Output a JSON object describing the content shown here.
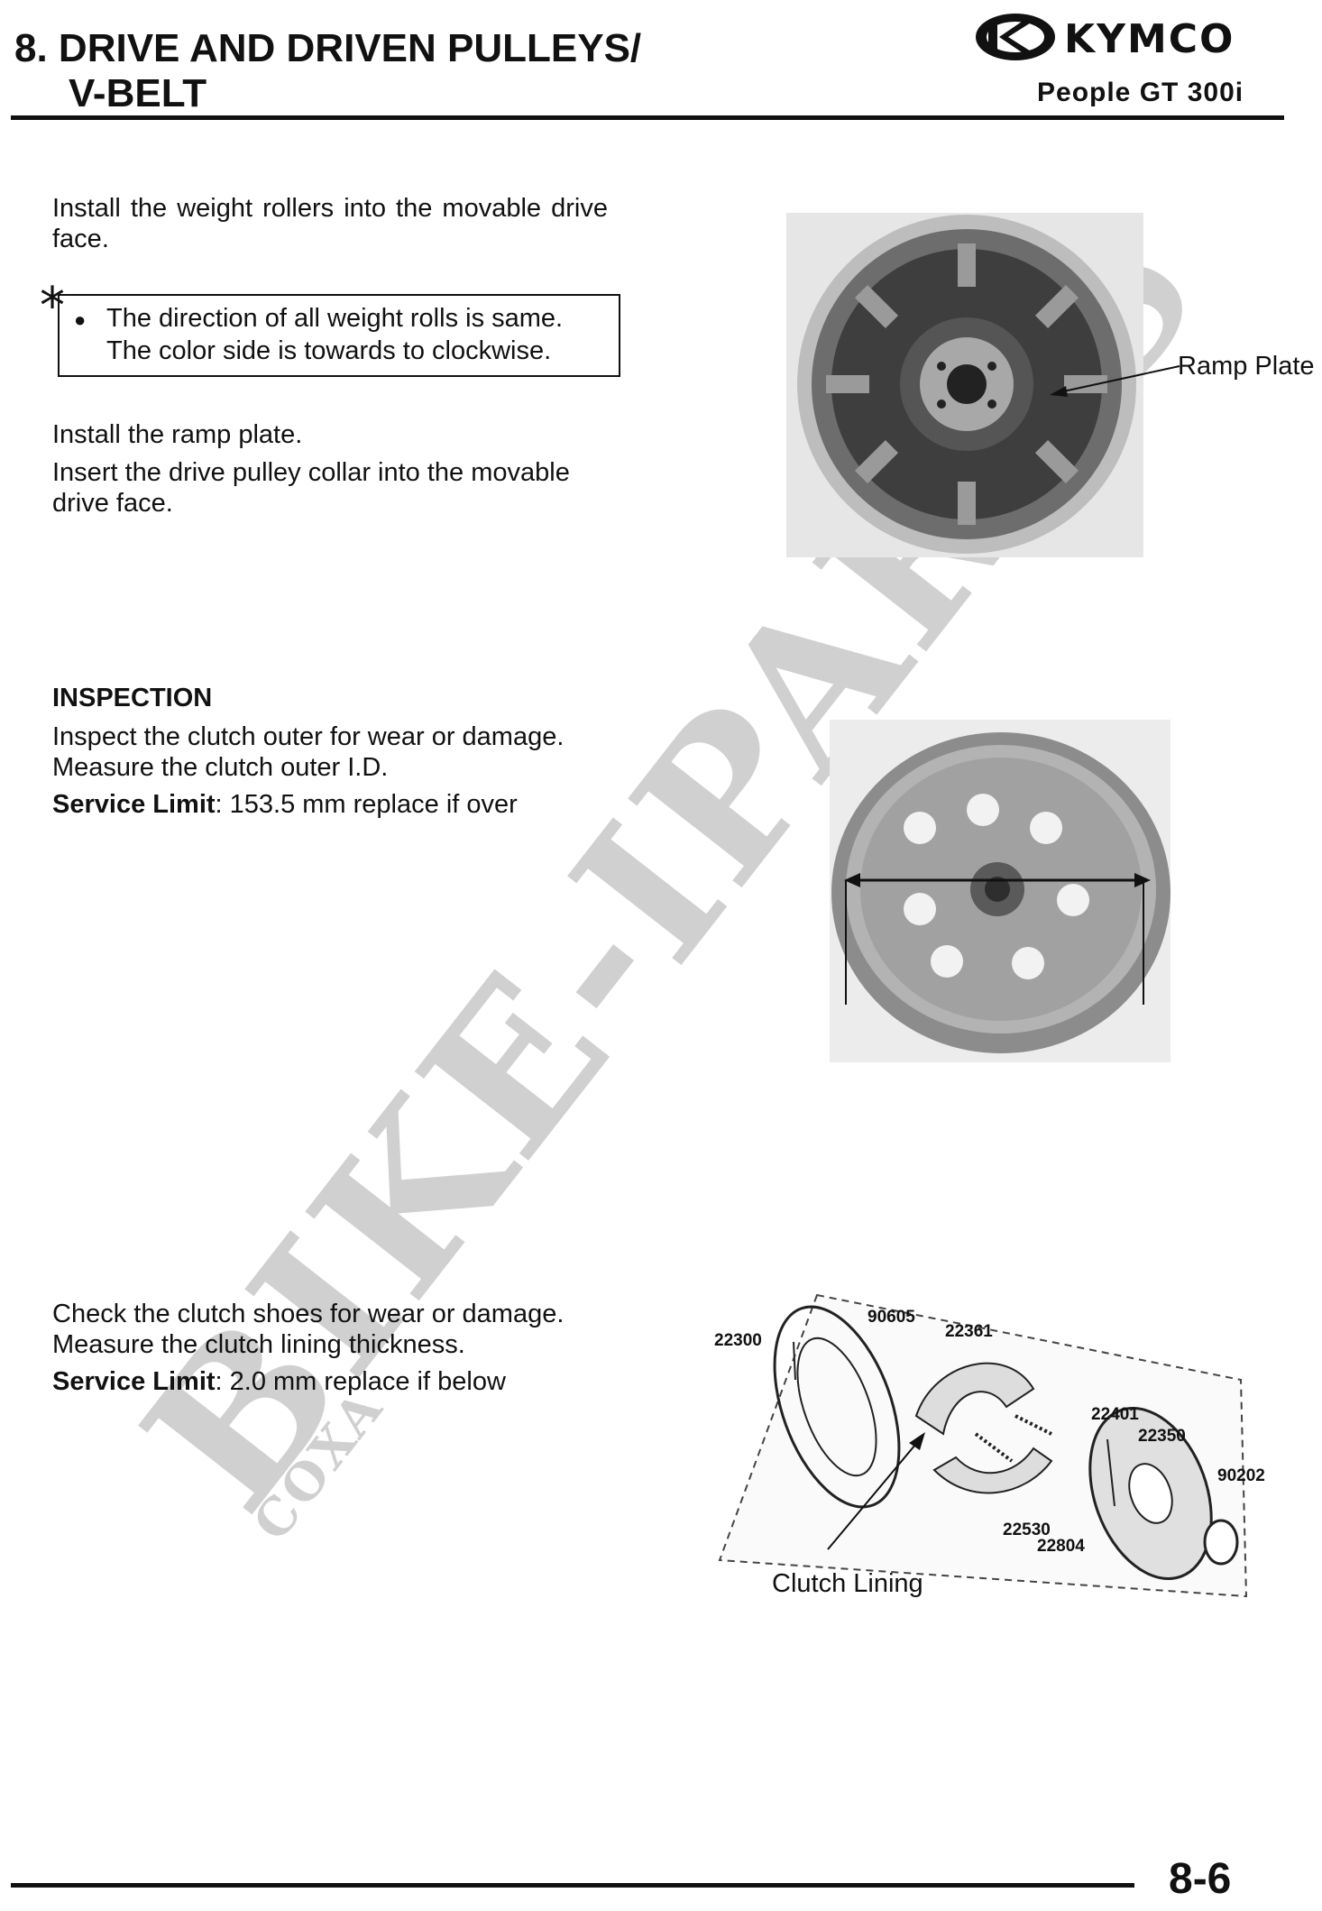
{
  "header": {
    "title_line1": "8. DRIVE AND DRIVEN PULLEYS/",
    "title_line2": "V-BELT",
    "logo_text": "KYMCO",
    "model": "People GT 300i"
  },
  "section1": {
    "para1": "Install the weight rollers into the movable drive face.",
    "note_marker": "*",
    "note_line1": "The direction of all weight rolls is same.",
    "note_line2": "The color side is towards to clockwise.",
    "para2": "Install the ramp plate.",
    "para3": "Insert the drive pulley collar into the movable drive face.",
    "figure_callout": "Ramp Plate"
  },
  "section2": {
    "heading": "INSPECTION",
    "line1": "Inspect the clutch outer for wear or damage.",
    "line2": "Measure the clutch outer I.D.",
    "limit_label": "Service Limit",
    "limit_value": ": 153.5 mm replace if over"
  },
  "section3": {
    "line1": "Check the clutch shoes for wear or damage.",
    "line2": "Measure the clutch lining thickness.",
    "limit_label": "Service Limit",
    "limit_value": ": 2.0 mm replace if below",
    "figure_callout": "Clutch Lining",
    "part_numbers": [
      "22300",
      "90605",
      "22361",
      "22401",
      "22350",
      "90202",
      "22530",
      "22804"
    ]
  },
  "watermark": {
    "main": "BIKE-IPARTS",
    "sub": "COXA"
  },
  "footer": {
    "page_number": "8-6"
  }
}
